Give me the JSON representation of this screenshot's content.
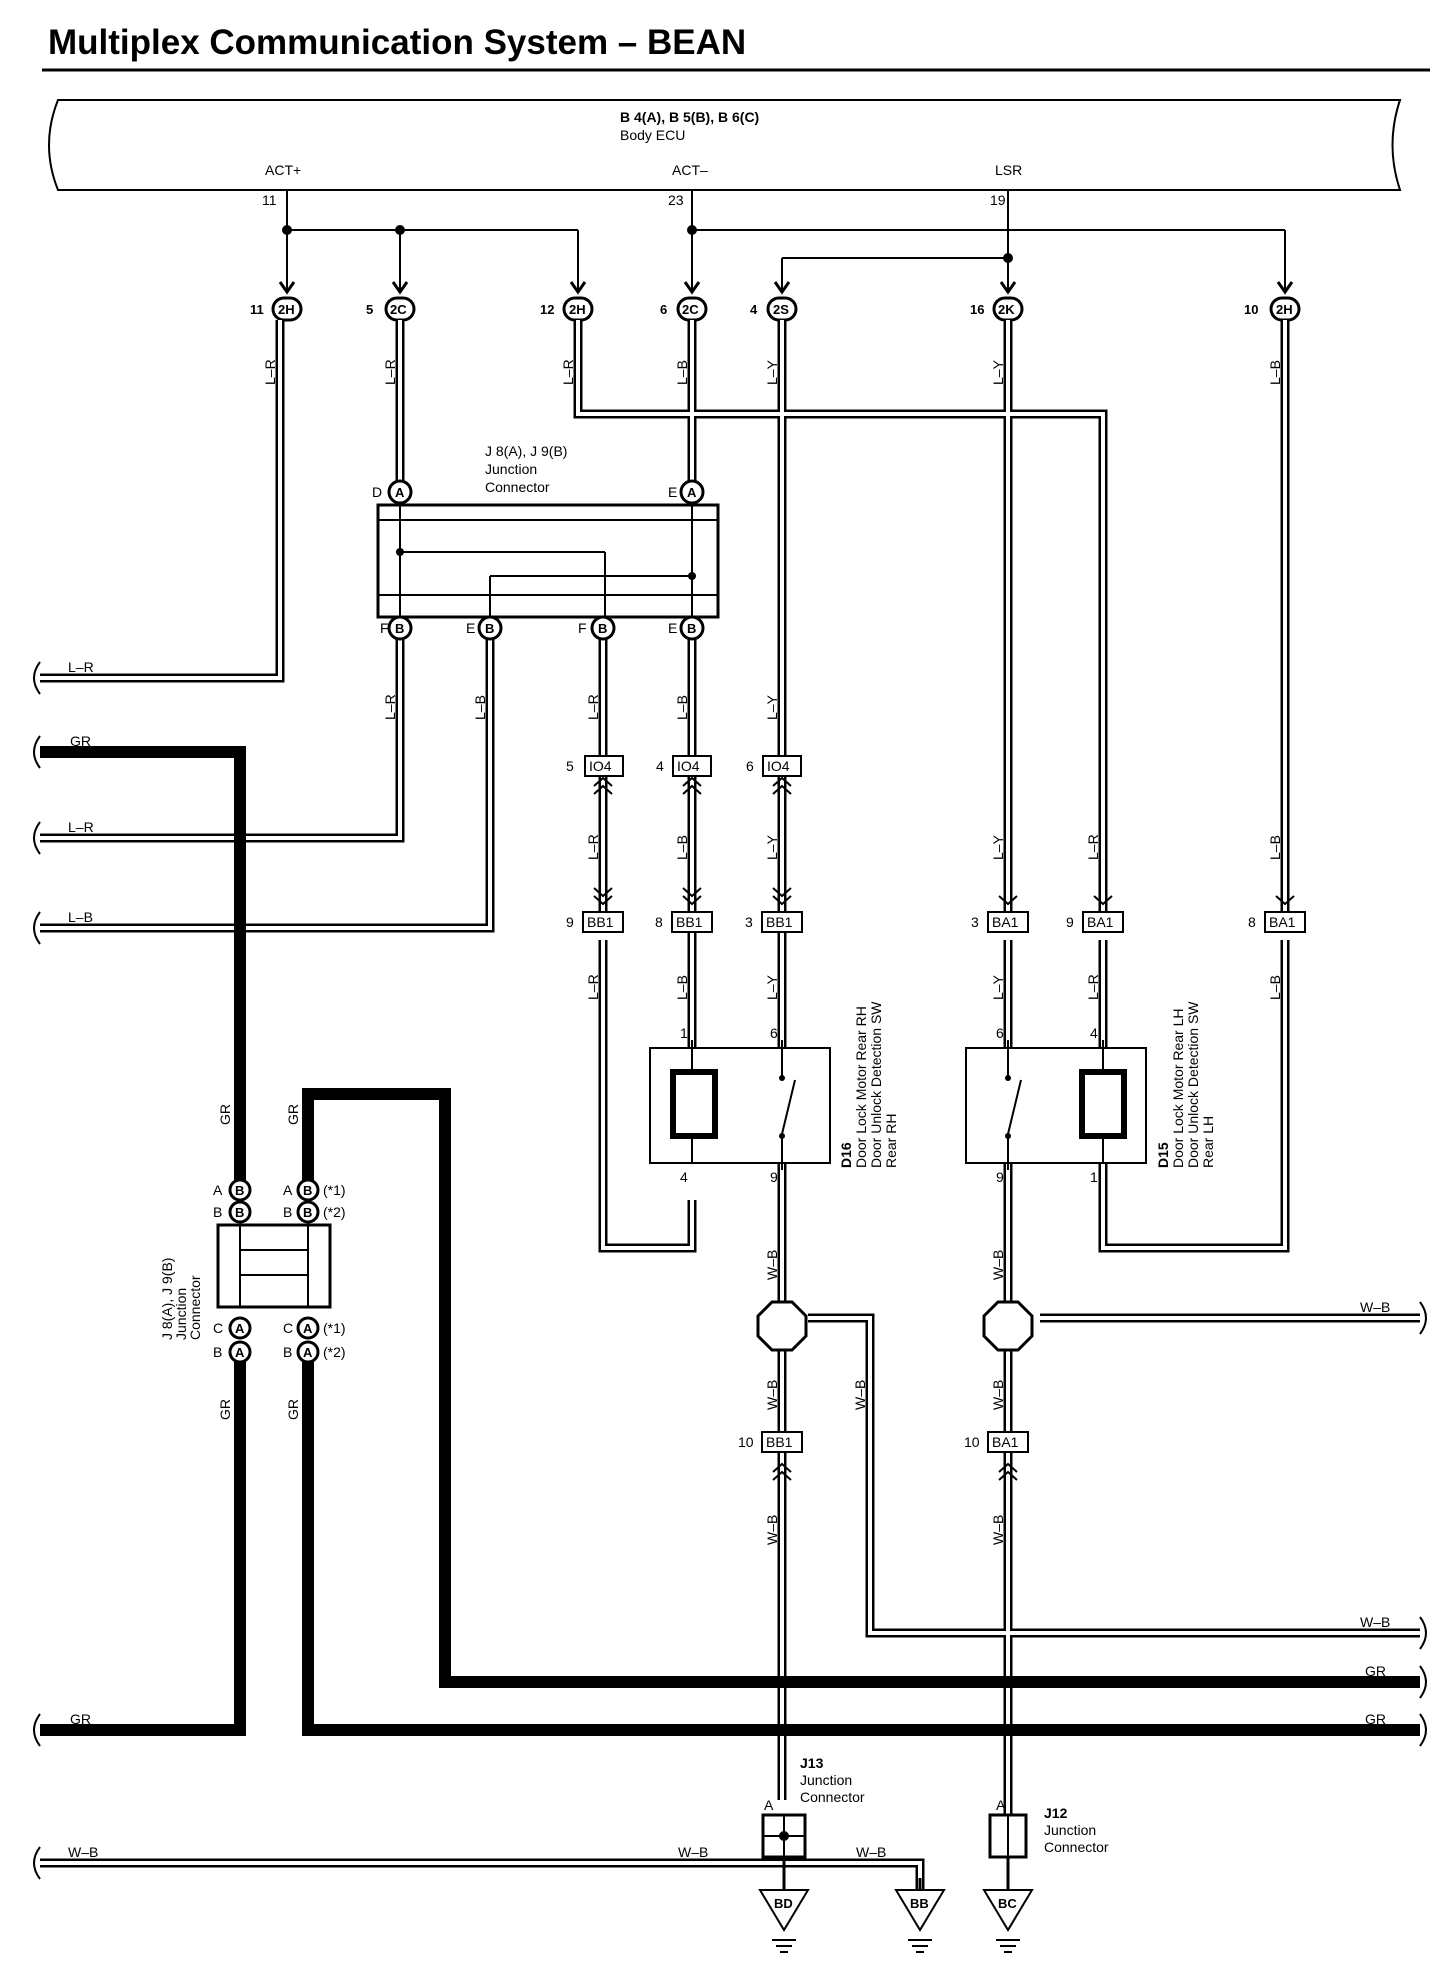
{
  "title": "Multiplex Communication System – BEAN",
  "ecu": {
    "name": "B 4(A), B 5(B), B 6(C)",
    "desc": "Body ECU",
    "terminals": [
      {
        "label": "ACT+",
        "pin": "11"
      },
      {
        "label": "ACT–",
        "pin": "23"
      },
      {
        "label": "LSR",
        "pin": "19"
      }
    ]
  },
  "top_connectors": [
    {
      "pin": "11",
      "code": "2H",
      "wire": "L–R"
    },
    {
      "pin": "5",
      "code": "2C",
      "wire": "L–R"
    },
    {
      "pin": "12",
      "code": "2H",
      "wire": "L–R"
    },
    {
      "pin": "6",
      "code": "2C",
      "wire": "L–B"
    },
    {
      "pin": "4",
      "code": "2S",
      "wire": "L–Y"
    },
    {
      "pin": "16",
      "code": "2K",
      "wire": "L–Y"
    },
    {
      "pin": "10",
      "code": "2H",
      "wire": "L–B"
    }
  ],
  "jc_upper": {
    "name": "J 8(A), J 9(B)",
    "line1": "Junction",
    "line2": "Connector",
    "top_pins": [
      {
        "pin": "D",
        "code": "A"
      },
      {
        "pin": "E",
        "code": "A"
      }
    ],
    "bottom_pins": [
      {
        "pin": "F",
        "code": "B"
      },
      {
        "pin": "E",
        "code": "B"
      },
      {
        "pin": "F",
        "code": "B"
      },
      {
        "pin": "E",
        "code": "B"
      }
    ]
  },
  "io4": [
    {
      "pin": "5",
      "code": "IO4"
    },
    {
      "pin": "4",
      "code": "IO4"
    },
    {
      "pin": "6",
      "code": "IO4"
    }
  ],
  "mid_connectors": [
    {
      "pin": "9",
      "code": "BB1"
    },
    {
      "pin": "8",
      "code": "BB1"
    },
    {
      "pin": "3",
      "code": "BB1"
    },
    {
      "pin": "3",
      "code": "BA1"
    },
    {
      "pin": "9",
      "code": "BA1"
    },
    {
      "pin": "8",
      "code": "BA1"
    }
  ],
  "wire_labels": {
    "lr": "L–R",
    "lb": "L–B",
    "ly": "L–Y",
    "gr": "GR",
    "wb": "W–B"
  },
  "d16": {
    "code": "D16",
    "line1": "Door Lock Motor Rear RH",
    "line2": "Door Unlock Detection SW",
    "line3": "Rear RH",
    "pins": [
      "1",
      "6",
      "4",
      "9"
    ]
  },
  "d15": {
    "code": "D15",
    "line1": "Door Lock Motor Rear LH",
    "line2": "Door Unlock Detection SW",
    "line3": "Rear LH",
    "pins": [
      "6",
      "4",
      "9",
      "1"
    ]
  },
  "jc_lower": {
    "name": "J 8(A), J 9(B)",
    "line1": "Junction",
    "line2": "Connector",
    "rows": [
      {
        "l": "A",
        "lc": "B",
        "r": "A",
        "rc": "B",
        "note": "(*1)"
      },
      {
        "l": "B",
        "lc": "B",
        "r": "B",
        "rc": "B",
        "note": "(*2)"
      },
      {
        "l": "C",
        "lc": "A",
        "r": "C",
        "rc": "A",
        "note": "(*1)"
      },
      {
        "l": "B",
        "lc": "A",
        "r": "B",
        "rc": "A",
        "note": "(*2)"
      }
    ]
  },
  "ground_connectors": [
    {
      "pin": "10",
      "code": "BB1"
    },
    {
      "pin": "10",
      "code": "BA1"
    }
  ],
  "j13": {
    "name": "J13",
    "line1": "Junction",
    "line2": "Connector",
    "pinA": "A"
  },
  "j12": {
    "name": "J12",
    "line1": "Junction",
    "line2": "Connector",
    "pinA": "A"
  },
  "grounds": [
    "BD",
    "BB",
    "BC"
  ]
}
